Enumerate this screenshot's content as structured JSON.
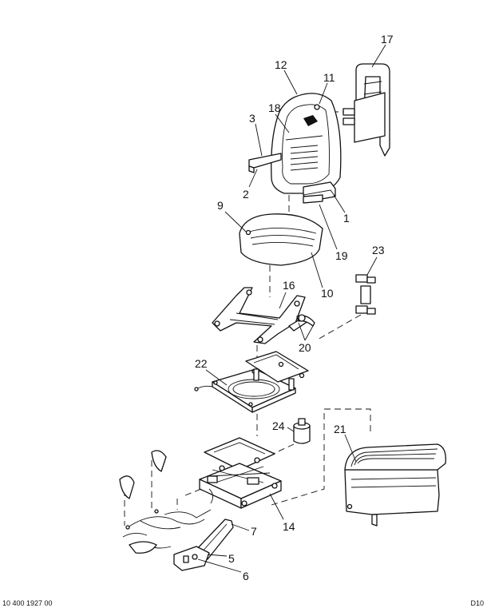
{
  "callouts": [
    {
      "id": "17",
      "label": "17"
    },
    {
      "id": "12",
      "label": "12"
    },
    {
      "id": "11",
      "label": "11"
    },
    {
      "id": "18",
      "label": "18"
    },
    {
      "id": "3",
      "label": "3"
    },
    {
      "id": "2",
      "label": "2"
    },
    {
      "id": "1",
      "label": "1"
    },
    {
      "id": "9",
      "label": "9"
    },
    {
      "id": "19",
      "label": "19"
    },
    {
      "id": "10",
      "label": "10"
    },
    {
      "id": "23",
      "label": "23"
    },
    {
      "id": "16",
      "label": "16"
    },
    {
      "id": "20",
      "label": "20"
    },
    {
      "id": "22",
      "label": "22"
    },
    {
      "id": "24",
      "label": "24"
    },
    {
      "id": "21",
      "label": "21"
    },
    {
      "id": "7",
      "label": "7"
    },
    {
      "id": "14",
      "label": "14"
    },
    {
      "id": "5",
      "label": "5"
    },
    {
      "id": "6",
      "label": "6"
    }
  ],
  "footer": {
    "left": "10 400 1927 00",
    "right": "D10"
  }
}
